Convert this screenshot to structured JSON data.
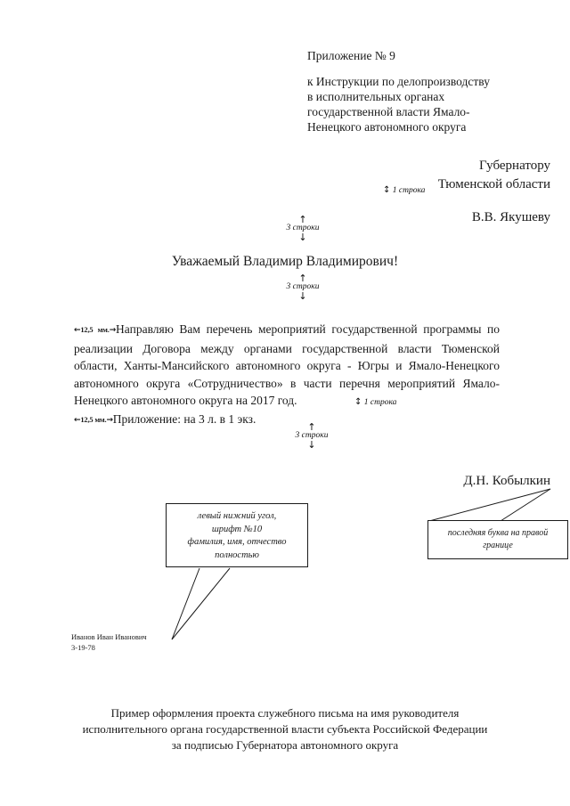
{
  "document": {
    "appendix": {
      "title": "Приложение № 9",
      "reference_lines": [
        "к Инструкции по делопроизводству",
        "в исполнительных органах",
        "государственной власти Ямало-",
        "Ненецкого автономного округа"
      ]
    },
    "addressee": {
      "line1": "Губернатору",
      "line2": "Тюменской области",
      "name": "В.В. Якушеву"
    },
    "greeting": "Уважаемый Владимир Владимирович!",
    "body": {
      "indent_label": "12,5 мм.",
      "text": "Направляю Вам перечень мероприятий государственной программы по реализации Договора между органами государственной власти Тюменской области, Ханты-Мансийского автономного округа - Югры и Ямало-Ненецкого автономного округа «Сотрудничество» в части перечня мероприятий Ямало-Ненецкого автономного округа на 2017 год."
    },
    "annex": {
      "indent_label": "12,5 мм.",
      "text": "Приложение: на 3 л. в 1 экз."
    },
    "signature": "Д.Н. Кобылкин",
    "markers": {
      "one_line": "1 строка",
      "three_lines": "3 строки",
      "arrow_up": "↑",
      "arrow_down": "↓",
      "arrow_updown": "↕",
      "arrow_left": "←",
      "arrow_right": "→"
    },
    "callout_left": {
      "line1": "левый нижний угол,",
      "line2": "шрифт №10",
      "line3": "фамилия, имя, отчество",
      "line4": "полностью"
    },
    "callout_right": {
      "line1": "последняя буква на правой",
      "line2": "границе"
    },
    "executor": {
      "name": "Иванов Иван Иванович",
      "phone": "3-19-78"
    },
    "caption_lines": [
      "Пример оформления проекта служебного письма на имя руководителя",
      "исполнительного органа государственной власти субъекта Российской Федерации",
      "за подписью Губернатора автономного округа"
    ],
    "colors": {
      "ink": "#1a1a1a",
      "paper": "#ffffff"
    }
  }
}
